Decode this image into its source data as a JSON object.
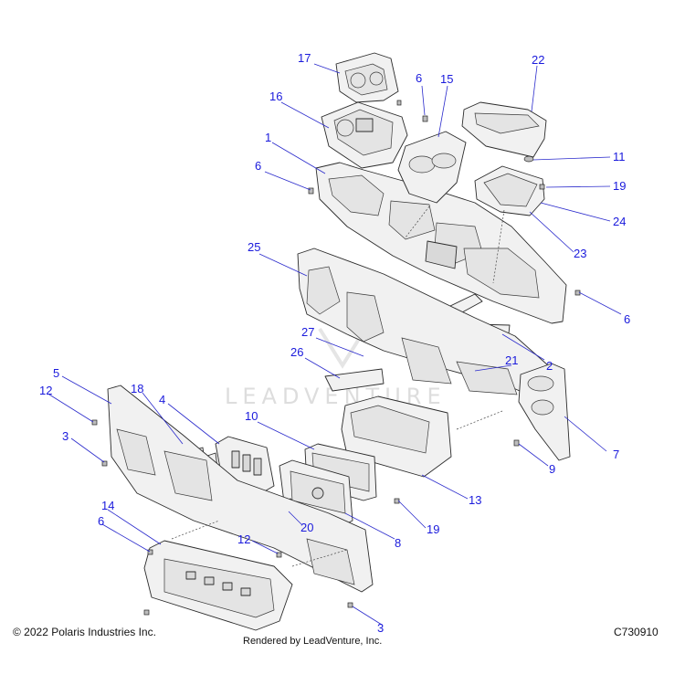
{
  "callouts": {
    "c1": "1",
    "c2": "2",
    "c3a": "3",
    "c3b": "3",
    "c4": "4",
    "c5": "5",
    "c6a": "6",
    "c6b": "6",
    "c6c": "6",
    "c6d": "6",
    "c7": "7",
    "c8": "8",
    "c9": "9",
    "c10": "10",
    "c11": "11",
    "c12a": "12",
    "c12b": "12",
    "c13": "13",
    "c14": "14",
    "c15": "15",
    "c16": "16",
    "c17": "17",
    "c18": "18",
    "c19a": "19",
    "c19b": "19",
    "c20": "20",
    "c21": "21",
    "c22": "22",
    "c23": "23",
    "c24": "24",
    "c25": "25",
    "c26": "26",
    "c27": "27"
  },
  "watermark": "LEADVENTURE",
  "footer": {
    "copyright": "© 2022 Polaris Industries Inc.",
    "rendered_by": "Rendered by LeadVenture, Inc.",
    "diagram_code": "C730910"
  }
}
